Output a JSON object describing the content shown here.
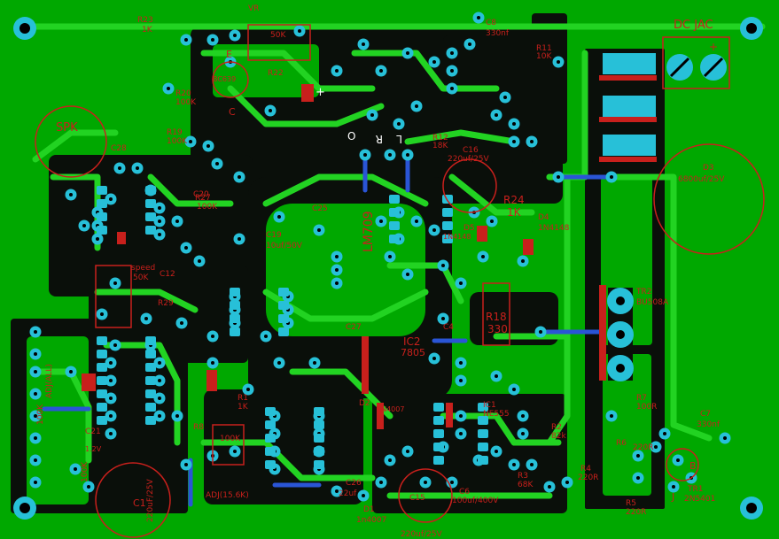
{
  "colors": {
    "board": "#00a800",
    "copper_gap": "#0a0f0a",
    "trace": "#22d322",
    "pad": "#27c0d8",
    "silk": "#c8201c",
    "jumper": "#2a55d6",
    "white": "#ffffff"
  },
  "labels": {
    "vr": "VR",
    "vr_value": "50K",
    "dc_jack": "DC JAC",
    "plus": "+",
    "minus": "−",
    "spk": "SPK",
    "r23": "R23",
    "r23_v": "1K",
    "c8": "C8",
    "c8_v": "330nf",
    "r11": "R11",
    "r11_v": "10K",
    "r22": "R22",
    "bc639": "BC639",
    "e": "E",
    "c": "C",
    "r20": "R20",
    "r20_v": "100K",
    "r19": "R19",
    "r19_v": "100K",
    "d3": "D3",
    "d3_v": "6800uf/25V",
    "c28": "C28",
    "c20": "C20",
    "r27": "R27",
    "r27_v": "100K",
    "r12": "R12",
    "r12_v": "18K",
    "c16": "C16",
    "c16_v": "220uf/25V",
    "r24": "R24",
    "r24_v": "1K",
    "d4": "D4",
    "d4_v": "1N4148",
    "d5": "D5",
    "d5_v": "1N4148",
    "c19": "C19",
    "c19_v": "10uf/50V",
    "c25": "C25",
    "lm709": "LM709",
    "speed": "speed",
    "speed_v": "50K",
    "c12": "C12",
    "r29": "R29",
    "c4": "C4",
    "r18": "R18",
    "r18_v": "330",
    "tr2": "TR2",
    "tr2_v": "BU508A",
    "ic2": "IC2",
    "ic2_v": "7805",
    "c27": "C27",
    "d2": "D2",
    "d2_v": "1N4007",
    "r7": "R7",
    "r7_v": "100R",
    "c7": "C7",
    "c7_v": "330nf",
    "r6": "R6",
    "r6_v": "220R",
    "r1": "R1",
    "r1_v": "1K",
    "ic1": "IC1",
    "ic1_v": "NE555",
    "r2": "R2",
    "r2_v": "82k",
    "r3": "R3",
    "r3_v": "68K",
    "r4": "R4",
    "r4_v": "220R",
    "r5": "R5",
    "r5_v": "220R",
    "tr1": "TR1",
    "tr1_v": "2N5401",
    "c1": "C1",
    "c1_v": "220uF/25V",
    "c26": "C26",
    "c26_v": "22uf",
    "d1": "D1",
    "d1_v": "1n4007",
    "c15": "C15",
    "c15_v": "220uf/25V",
    "c6": "C6",
    "c6_v": "100uf/400V",
    "adj_vertical": "ADJ(ALL)",
    "adj_k": "100K",
    "adj_k2": "100K",
    "pot_100k": "100K",
    "adj_15": "ADJ(15.6K)",
    "vmid": "1.2V",
    "r8": "R8",
    "c21": "C21",
    "c_v": "2.2k",
    "q_label": "B",
    "j_label": "J",
    "o_label": "O",
    "l_label": "L",
    "r_label": "R"
  }
}
